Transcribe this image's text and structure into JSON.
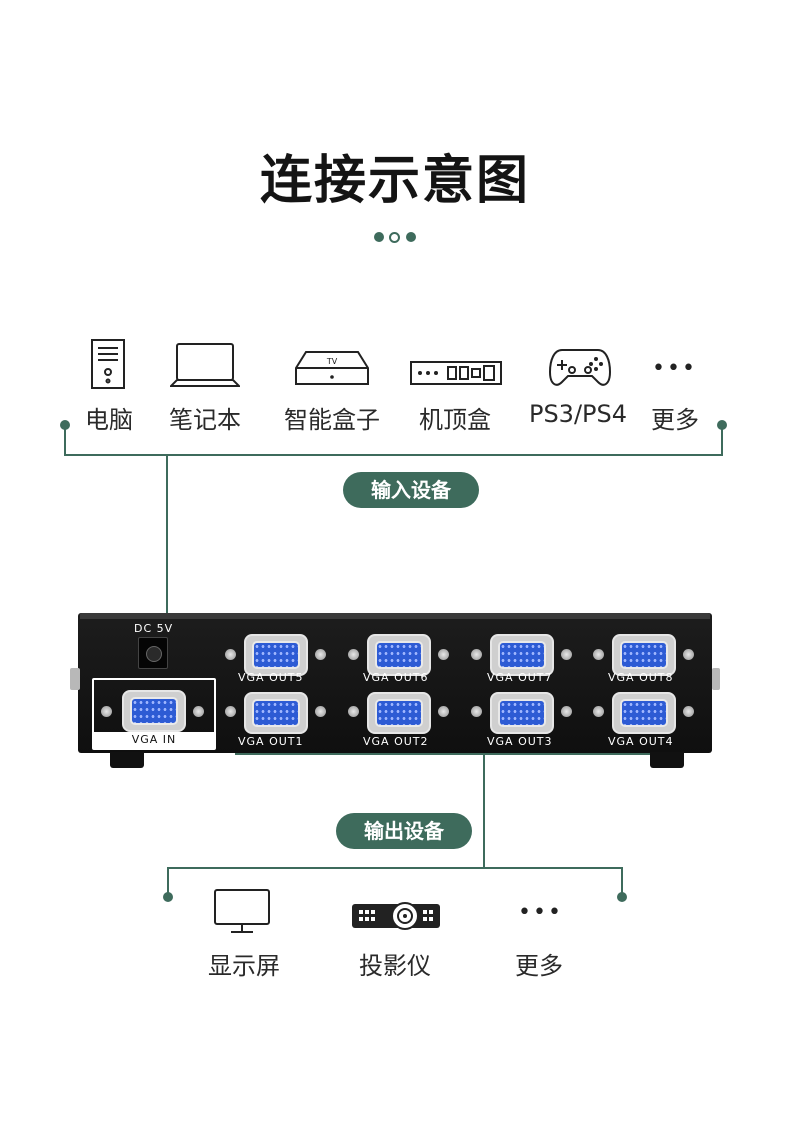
{
  "title": "连接示意图",
  "colors": {
    "accent": "#3e6b5c",
    "line": "#3e6b5c",
    "text": "#2a2a2a"
  },
  "input": {
    "pill": "输入设备",
    "devices": [
      {
        "label": "电脑",
        "icon": "pc-tower-icon"
      },
      {
        "label": "笔记本",
        "icon": "laptop-icon"
      },
      {
        "label": "智能盒子",
        "icon": "smart-tv-box-icon",
        "icon_text": "TV"
      },
      {
        "label": "机顶盒",
        "icon": "set-top-box-icon"
      },
      {
        "label": "PS3/PS4",
        "icon": "gamepad-icon"
      },
      {
        "label": "更多",
        "icon": "more-dots-icon",
        "icon_text": "•••"
      }
    ]
  },
  "device": {
    "dc_label": "DC 5V",
    "vga_in_label": "VGA IN",
    "outputs_top": [
      "VGA OUT5",
      "VGA OUT6",
      "VGA OUT7",
      "VGA OUT8"
    ],
    "outputs_bottom": [
      "VGA OUT1",
      "VGA OUT2",
      "VGA OUT3",
      "VGA OUT4"
    ]
  },
  "output": {
    "pill": "输出设备",
    "devices": [
      {
        "label": "显示屏",
        "icon": "monitor-icon"
      },
      {
        "label": "投影仪",
        "icon": "projector-icon"
      },
      {
        "label": "更多",
        "icon": "more-dots-icon",
        "icon_text": "•••"
      }
    ]
  }
}
